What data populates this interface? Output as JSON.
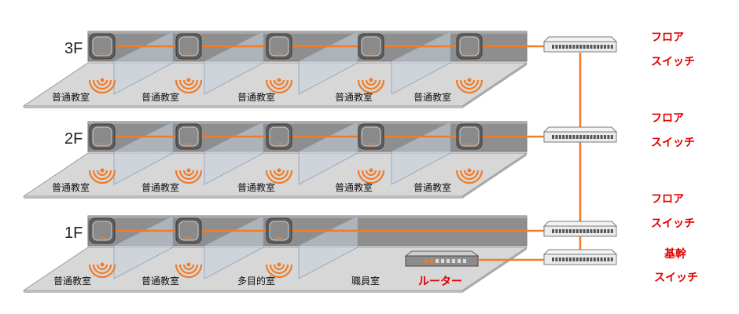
{
  "floors": [
    {
      "label": "3F",
      "aps": 5,
      "rooms": [
        "普通教室",
        "普通教室",
        "普通教室",
        "普通教室",
        "普通教室"
      ],
      "switch_label": [
        "フロア",
        "スイッチ"
      ]
    },
    {
      "label": "2F",
      "aps": 5,
      "rooms": [
        "普通教室",
        "普通教室",
        "普通教室",
        "普通教室",
        "普通教室"
      ],
      "switch_label": [
        "フロア",
        "スイッチ"
      ]
    },
    {
      "label": "1F",
      "aps": 3,
      "rooms": [
        "普通教室",
        "普通教室",
        "多目的室",
        "職員室"
      ],
      "switch_label": [
        "フロア",
        "スイッチ"
      ]
    }
  ],
  "core_switch_label": [
    "基幹",
    "スイッチ"
  ],
  "router_label": "ルーター",
  "colors": {
    "link": "#f07c2a",
    "label_red": "#e00000",
    "ceiling": "#8e8e8e",
    "floor": "#d7d7d7",
    "wall": "#c8d2de"
  },
  "icons": [
    "access-point-icon",
    "wifi-signal-icon",
    "network-switch-icon",
    "router-icon"
  ]
}
